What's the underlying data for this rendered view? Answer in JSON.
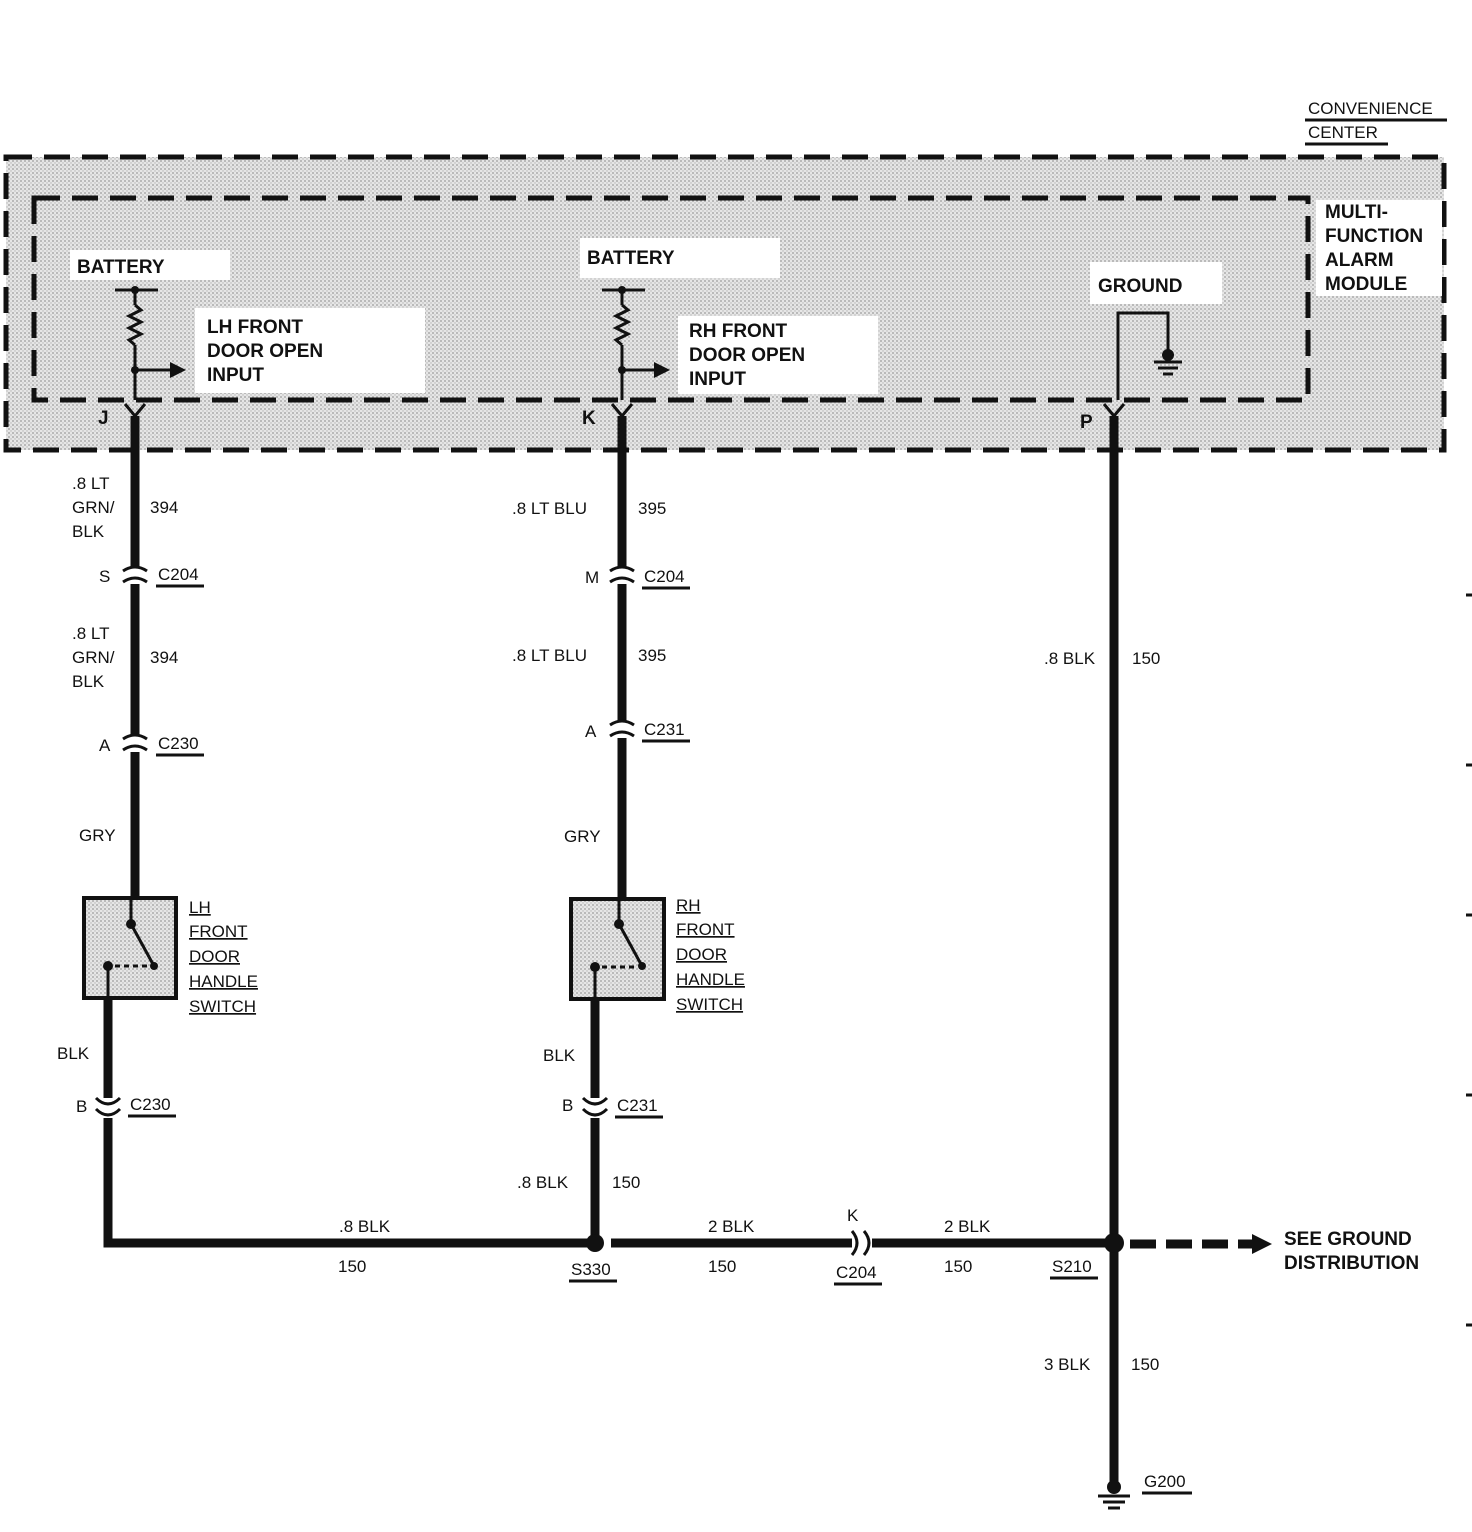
{
  "module": {
    "outer_label_line1": "CONVENIENCE",
    "outer_label_line2": "CENTER",
    "inner_label_line1": "MULTI-",
    "inner_label_line2": "FUNCTION",
    "inner_label_line3": "ALARM",
    "inner_label_line4": "MODULE",
    "battery_left": "BATTERY",
    "battery_right": "BATTERY",
    "ground": "GROUND",
    "lh_input_line1": "LH FRONT",
    "lh_input_line2": "DOOR OPEN",
    "lh_input_line3": "INPUT",
    "rh_input_line1": "RH FRONT",
    "rh_input_line2": "DOOR OPEN",
    "rh_input_line3": "INPUT",
    "pin_j": "J",
    "pin_k": "K",
    "pin_p": "P"
  },
  "left_circuit": {
    "wire1_line1": ".8 LT",
    "wire1_line2": "GRN/",
    "wire1_line3": "BLK",
    "wire1_circuit": "394",
    "conn1_pin": "S",
    "conn1_name": "C204",
    "wire2_line1": ".8 LT",
    "wire2_line2": "GRN/",
    "wire2_line3": "BLK",
    "wire2_circuit": "394",
    "conn2_pin": "A",
    "conn2_name": "C230",
    "switch_wire": "GRY",
    "switch_line1": "LH",
    "switch_line2": "FRONT",
    "switch_line3": "DOOR",
    "switch_line4": "HANDLE",
    "switch_line5": "SWITCH",
    "ground_wire": "BLK",
    "conn3_pin": "B",
    "conn3_name": "C230"
  },
  "right_circuit": {
    "wire1_color": ".8 LT BLU",
    "wire1_circuit": "395",
    "conn1_pin": "M",
    "conn1_name": "C204",
    "wire2_color": ".8 LT BLU",
    "wire2_circuit": "395",
    "conn2_pin": "A",
    "conn2_name": "C231",
    "switch_wire": "GRY",
    "switch_line1": "RH",
    "switch_line2": "FRONT",
    "switch_line3": "DOOR",
    "switch_line4": "HANDLE",
    "switch_line5": "SWITCH",
    "ground_wire": "BLK",
    "conn3_pin": "B",
    "conn3_name": "C231",
    "wire3_color": ".8 BLK",
    "wire3_circuit": "150"
  },
  "ground_circuit": {
    "wire_color": ".8 BLK",
    "wire_circuit": "150",
    "bottom_wire_left_color": ".8 BLK",
    "bottom_wire_left_circuit": "150",
    "splice_left": "S330",
    "mid_wire1_color": "2 BLK",
    "mid_wire1_circuit": "150",
    "inline_conn_pin": "K",
    "inline_conn_name": "C204",
    "mid_wire2_color": "2 BLK",
    "mid_wire2_circuit": "150",
    "splice_right": "S210",
    "see_ground_line1": "SEE GROUND",
    "see_ground_line2": "DISTRIBUTION",
    "drop_wire_color": "3 BLK",
    "drop_wire_circuit": "150",
    "ground_point": "G200"
  }
}
